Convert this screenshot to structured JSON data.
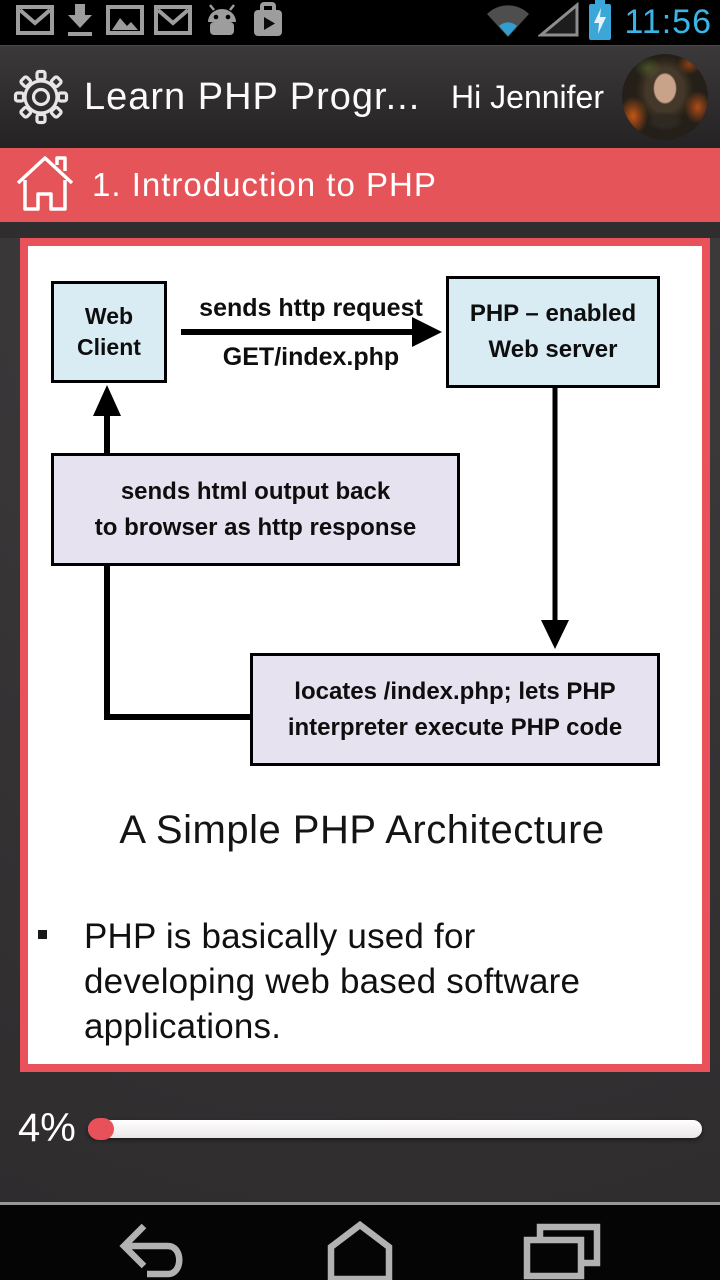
{
  "status_bar": {
    "time": "11:56",
    "notification_icons": [
      "gmail-icon",
      "download-icon",
      "gallery-icon",
      "gmail-icon",
      "android-icon",
      "play-store-icon"
    ],
    "system_icons": [
      "wifi-icon",
      "signal-triangle-icon",
      "battery-charging-icon"
    ]
  },
  "toolbar": {
    "title": "Learn PHP Progr...",
    "greeting": "Hi Jennifer"
  },
  "section_header": {
    "label": "1. Introduction to PHP"
  },
  "slide": {
    "diagram": {
      "web_client": {
        "line1": "Web",
        "line2": "Client"
      },
      "web_server": {
        "line1": "PHP – enabled",
        "line2": "Web server"
      },
      "request_arrow": {
        "label_top": "sends http request",
        "label_bottom": "GET/index.php"
      },
      "response_box": {
        "line1": "sends html output back",
        "line2": "to browser as http response"
      },
      "locate_box": {
        "line1": "locates /index.php; lets PHP",
        "line2": "interpreter execute PHP code"
      }
    },
    "caption": "A Simple PHP Architecture",
    "bullets": [
      "PHP is basically used for developing web based software applications."
    ]
  },
  "progress": {
    "label": "4%",
    "percent": 4
  },
  "colors": {
    "accent_red": "#e45459",
    "card_border_red": "#e9525a",
    "progress_red": "#e8505a",
    "time_blue": "#3ab5e8",
    "box_blue": "#d9ecf4",
    "box_lavender": "#e7e2ef"
  }
}
